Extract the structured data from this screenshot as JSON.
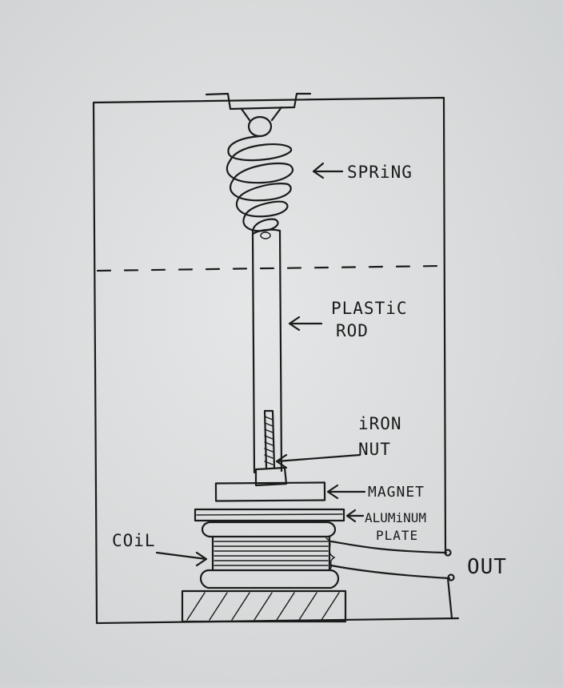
{
  "diagram": {
    "labels": {
      "spring": "SPRiNG",
      "plastic_rod_line1": "PLASTiC",
      "plastic_rod_line2": "ROD",
      "iron_nut_line1": "iRON",
      "iron_nut_line2": "NUT",
      "magnet": "MAGNET",
      "aluminum_line1": "ALUMiNUM",
      "aluminum_line2": "PLATE",
      "coil": "COiL",
      "out": "OUT"
    }
  }
}
